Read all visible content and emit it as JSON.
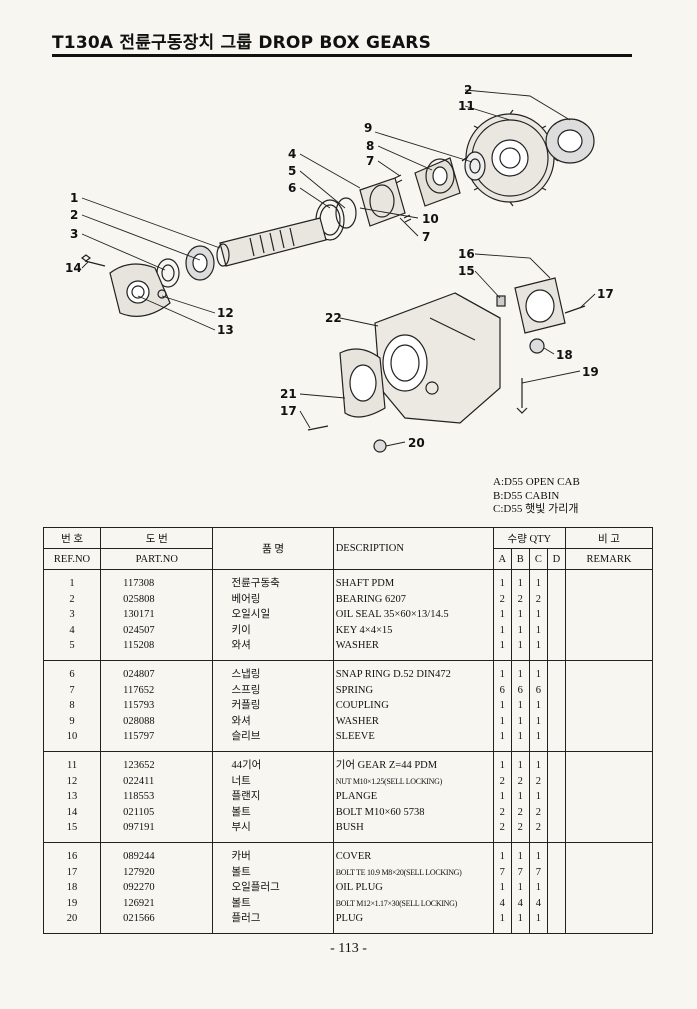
{
  "header": {
    "title": "T130A 전륜구동장치 그룹 DROP BOX GEARS"
  },
  "legend": {
    "a": "A:D55 OPEN CAB",
    "b": "B:D55 CABIN",
    "c": "C:D55 햇빛 가리개"
  },
  "callouts": [
    "1",
    "2",
    "3",
    "14",
    "12",
    "13",
    "4",
    "5",
    "6",
    "7",
    "8",
    "9",
    "10",
    "7",
    "2",
    "11",
    "16",
    "15",
    "17",
    "22",
    "18",
    "19",
    "21",
    "17",
    "20"
  ],
  "table": {
    "head": {
      "ref_kor": "번 호",
      "part_kor": "도 번",
      "name_kor": "품 명",
      "desc": "DESCRIPTION",
      "qty": "수량 QTY",
      "remark_kor": "비 고",
      "ref": "REF.NO",
      "part": "PART.NO",
      "a": "A",
      "b": "B",
      "c": "C",
      "d": "D",
      "remark": "REMARK"
    },
    "rows": [
      {
        "ref": "1",
        "part": "117308",
        "kor": "전륜구동축",
        "desc": "SHAFT PDM",
        "a": "1",
        "b": "1",
        "c": "1",
        "d": ""
      },
      {
        "ref": "2",
        "part": "025808",
        "kor": "베어링",
        "desc": "BEARING 6207",
        "a": "2",
        "b": "2",
        "c": "2",
        "d": ""
      },
      {
        "ref": "3",
        "part": "130171",
        "kor": "오일시일",
        "desc": "OIL SEAL 35×60×13/14.5",
        "a": "1",
        "b": "1",
        "c": "1",
        "d": ""
      },
      {
        "ref": "4",
        "part": "024507",
        "kor": "키이",
        "desc": "KEY 4×4×15",
        "a": "1",
        "b": "1",
        "c": "1",
        "d": ""
      },
      {
        "ref": "5",
        "part": "115208",
        "kor": "와셔",
        "desc": "WASHER",
        "a": "1",
        "b": "1",
        "c": "1",
        "d": ""
      },
      {
        "ref": "6",
        "part": "024807",
        "kor": "스냅링",
        "desc": "SNAP RING D.52 DIN472",
        "a": "1",
        "b": "1",
        "c": "1",
        "d": ""
      },
      {
        "ref": "7",
        "part": "117652",
        "kor": "스프링",
        "desc": "SPRING",
        "a": "6",
        "b": "6",
        "c": "6",
        "d": ""
      },
      {
        "ref": "8",
        "part": "115793",
        "kor": "커플링",
        "desc": "COUPLING",
        "a": "1",
        "b": "1",
        "c": "1",
        "d": ""
      },
      {
        "ref": "9",
        "part": "028088",
        "kor": "와셔",
        "desc": "WASHER",
        "a": "1",
        "b": "1",
        "c": "1",
        "d": ""
      },
      {
        "ref": "10",
        "part": "115797",
        "kor": "슬리브",
        "desc": "SLEEVE",
        "a": "1",
        "b": "1",
        "c": "1",
        "d": ""
      },
      {
        "ref": "11",
        "part": "123652",
        "kor": "44기어",
        "desc": "기어 GEAR Z=44 PDM",
        "a": "1",
        "b": "1",
        "c": "1",
        "d": ""
      },
      {
        "ref": "12",
        "part": "022411",
        "kor": "너트",
        "desc": "NUT M10×1.25(SELL LOCKING)",
        "a": "2",
        "b": "2",
        "c": "2",
        "d": ""
      },
      {
        "ref": "13",
        "part": "118553",
        "kor": "플랜지",
        "desc": "PLANGE",
        "a": "1",
        "b": "1",
        "c": "1",
        "d": ""
      },
      {
        "ref": "14",
        "part": "021105",
        "kor": "볼트",
        "desc": "BOLT M10×60 5738",
        "a": "2",
        "b": "2",
        "c": "2",
        "d": ""
      },
      {
        "ref": "15",
        "part": "097191",
        "kor": "부시",
        "desc": "BUSH",
        "a": "2",
        "b": "2",
        "c": "2",
        "d": ""
      },
      {
        "ref": "16",
        "part": "089244",
        "kor": "카버",
        "desc": "COVER",
        "a": "1",
        "b": "1",
        "c": "1",
        "d": ""
      },
      {
        "ref": "17",
        "part": "127920",
        "kor": "볼트",
        "desc": "BOLT TE 10.9 M8×20(SELL LOCKING)",
        "a": "7",
        "b": "7",
        "c": "7",
        "d": ""
      },
      {
        "ref": "18",
        "part": "092270",
        "kor": "오일플러그",
        "desc": "OIL PLUG",
        "a": "1",
        "b": "1",
        "c": "1",
        "d": ""
      },
      {
        "ref": "19",
        "part": "126921",
        "kor": "볼트",
        "desc": "BOLT M12×1.17×30(SELL LOCKING)",
        "a": "4",
        "b": "4",
        "c": "4",
        "d": ""
      },
      {
        "ref": "20",
        "part": "021566",
        "kor": "플러그",
        "desc": "PLUG",
        "a": "1",
        "b": "1",
        "c": "1",
        "d": ""
      }
    ]
  },
  "page": {
    "number": "- 113 -"
  }
}
